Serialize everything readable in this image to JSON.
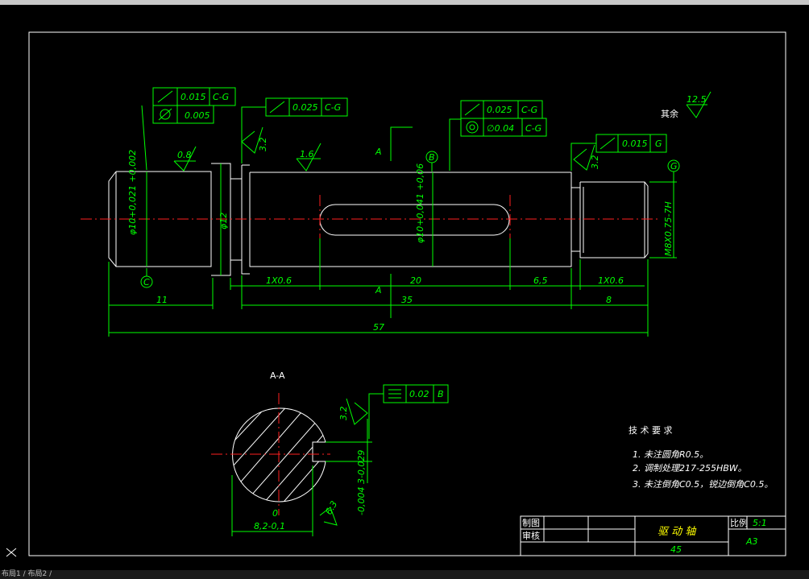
{
  "window": {
    "status_text": "布局1 / 布局2 /"
  },
  "labels": {
    "tol_top_left_1": "0.015",
    "tol_top_left_1_ref": "C-G",
    "tol_top_left_2": "0.005",
    "tol_top_mid": "0.025",
    "tol_top_mid_ref": "C-G",
    "tol_top_right_1": "0.025",
    "tol_top_right_1_ref": "C-G",
    "tol_top_right_2": "∅0.04",
    "tol_top_right_2_ref": "C-G",
    "tol_right": "0.015",
    "tol_right_ref": "G",
    "tol_section": "0.02",
    "tol_section_ref": "B",
    "rough_3_2_a": "3.2",
    "rough_0_8": "0.8",
    "rough_1_6": "1.6",
    "rough_3_2_b": "3.2",
    "rough_3_2_c": "3.2",
    "rough_6_3": "6.3",
    "rough_12_5": "12.5",
    "rough_rest": "其余",
    "datum_b": "B",
    "datum_c": "C",
    "datum_g": "G",
    "section_mark_top": "A",
    "section_mark_bottom": "A",
    "section_title": "A-A",
    "dim_d10": "φ10+0,021 +0,002",
    "dim_d12": "φ12",
    "dim_d10_key": "φ10+0,041 +0,06",
    "dim_thread": "M8X0.75-7H",
    "dim_chamfer_1": "1X0.6",
    "dim_chamfer_2": "1X0.6",
    "dim_20": "20",
    "dim_6_5": "6,5",
    "dim_11": "11",
    "dim_35": "35",
    "dim_8": "8",
    "dim_57": "57",
    "dim_key_depth": "-0,004 3-0,029",
    "dim_8_2": "8,2-0,1",
    "dim_zero": "0"
  },
  "notes": {
    "title": "技 术 要 求",
    "items": [
      "1. 未注圆角R0.5。",
      "2. 调制处理217-255HBW。",
      "3. 未注倒角C0.5，锐边倒角C0.5。"
    ]
  },
  "title_block": {
    "drawn_label": "制图",
    "checked_label": "审核",
    "part_name": "驱 动 轴",
    "scale_label": "比例",
    "scale_value": "5:1",
    "sheet_size": "A3",
    "material": "45"
  }
}
